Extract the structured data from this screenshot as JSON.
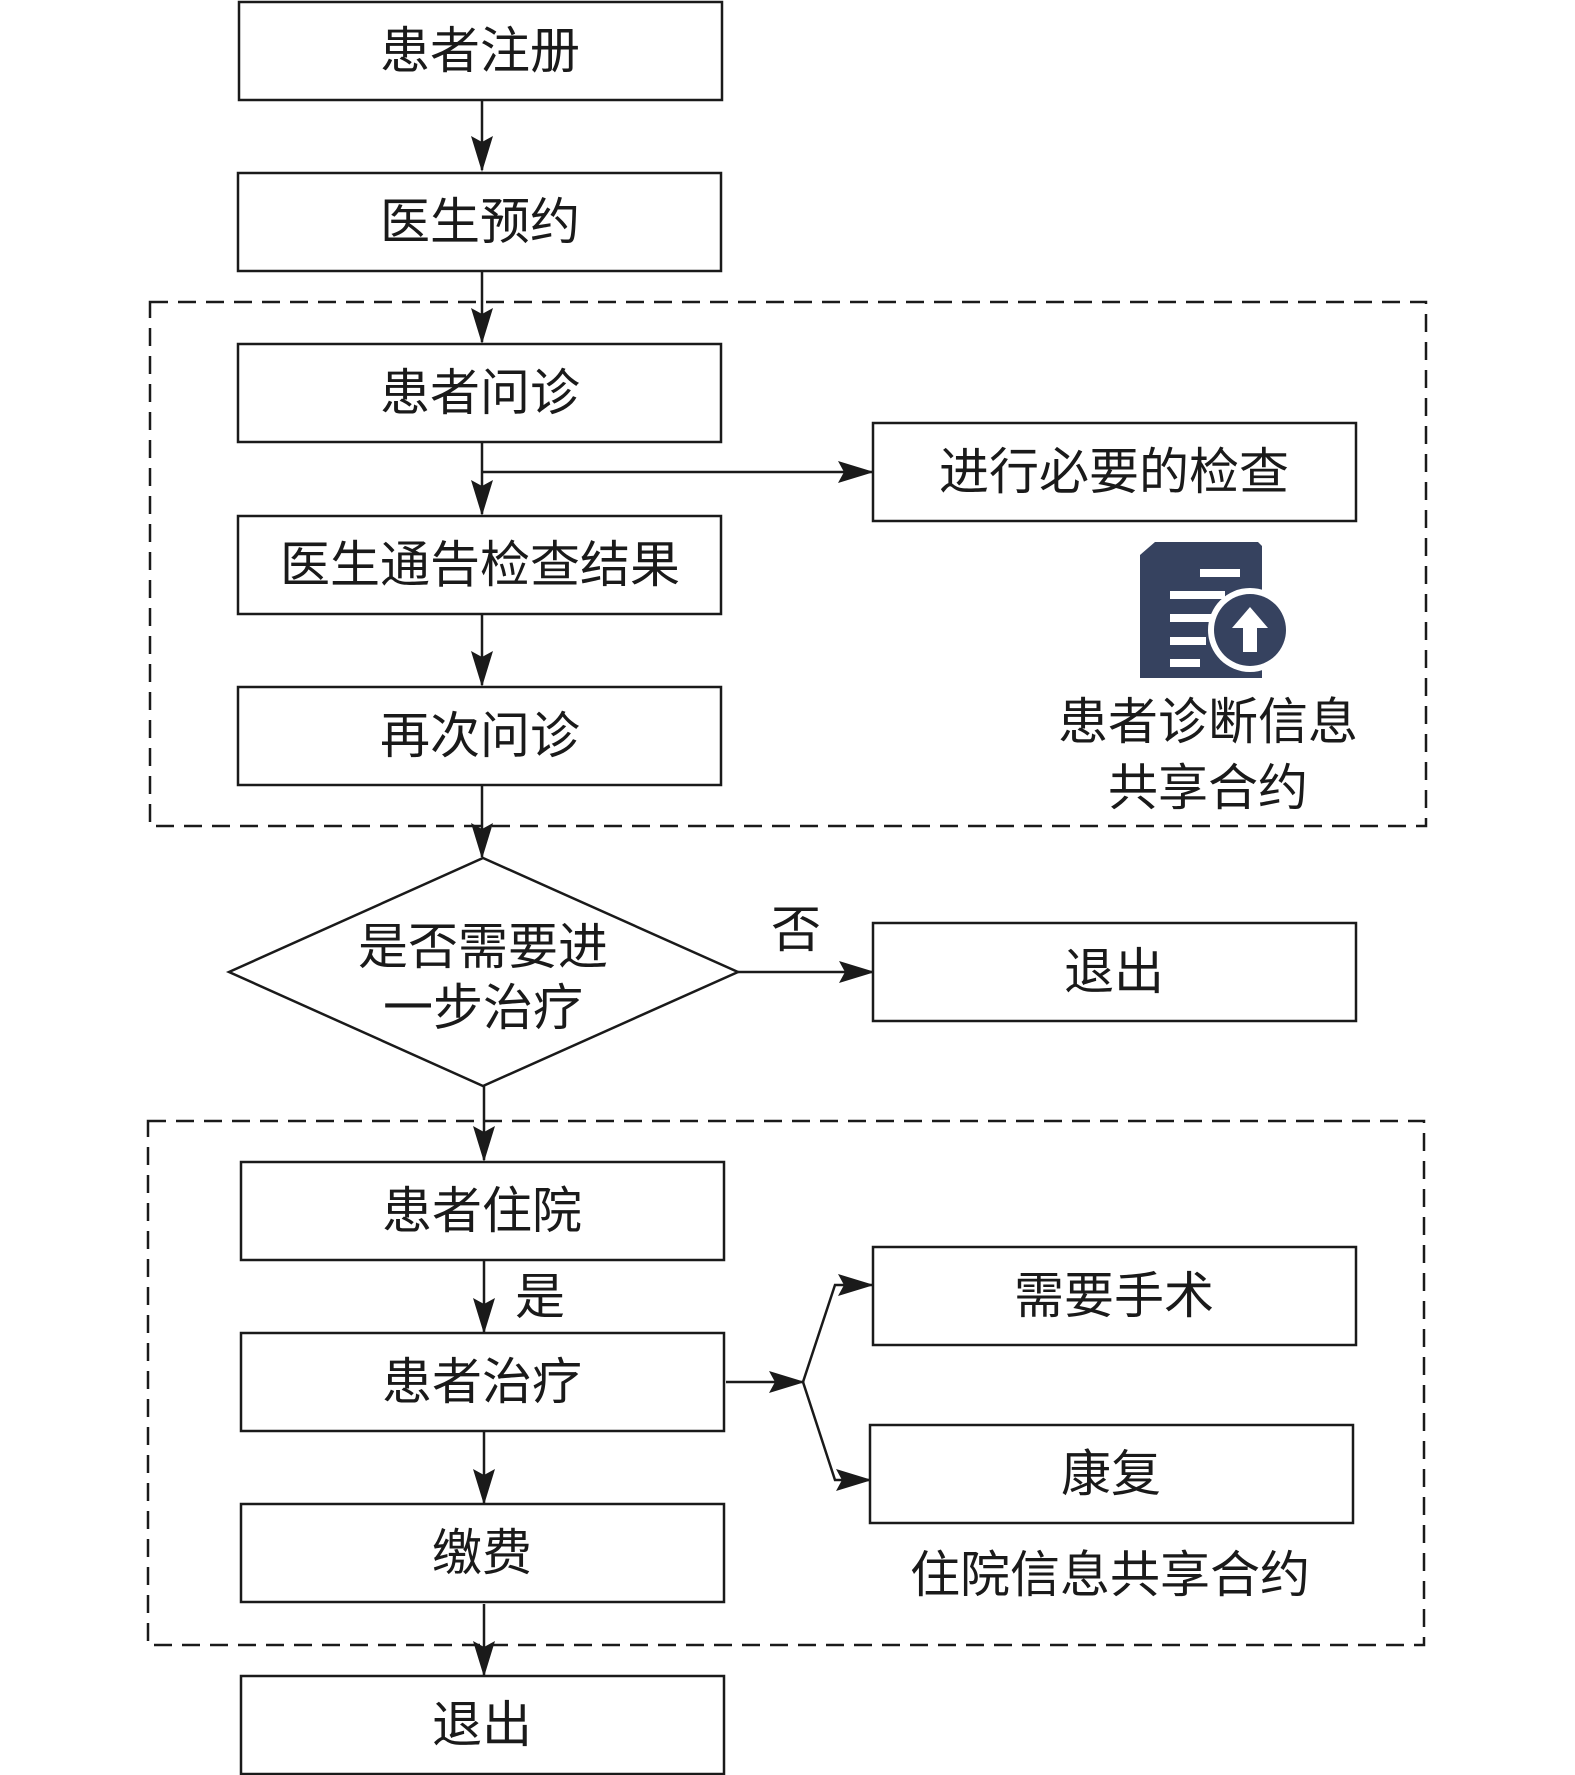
{
  "colors": {
    "line": "#1a1a1a",
    "icon": "#36425f"
  },
  "nodes": {
    "register": "患者注册",
    "appointment": "医生预约",
    "consult": "患者问诊",
    "exam": "进行必要的检查",
    "notify_results": "医生通告检查结果",
    "reconsult": "再次问诊",
    "decision_line1": "是否需要进",
    "decision_line2": "一步治疗",
    "exit_no": "退出",
    "hospitalize": "患者住院",
    "treatment": "患者治疗",
    "surgery": "需要手术",
    "rehab": "康复",
    "payment": "缴费",
    "exit_final": "退出"
  },
  "edge_labels": {
    "no": "否",
    "yes": "是"
  },
  "groups": {
    "diagnosis_contract_line1": "患者诊断信息",
    "diagnosis_contract_line2": "共享合约",
    "hospital_contract": "住院信息共享合约"
  },
  "icons": {
    "contract_upload": "document-upload-icon"
  }
}
